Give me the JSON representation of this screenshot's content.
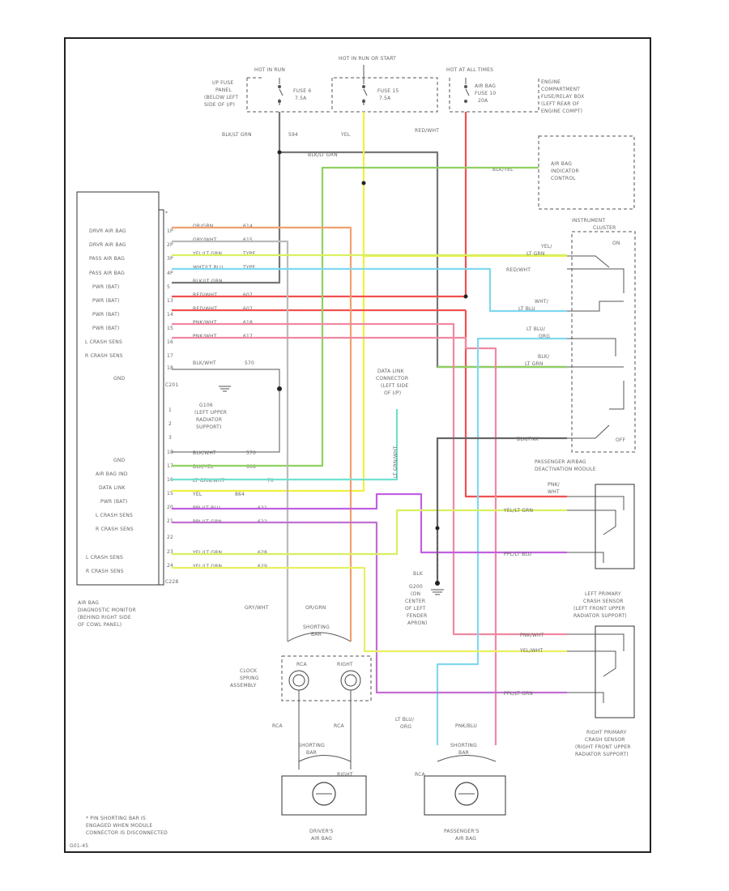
{
  "power": {
    "hot_run_start": "HOT IN RUN",
    "hot_run_or_start": "HOT IN RUN OR START",
    "hot_all_times": "HOT AT ALL TIMES",
    "ip_fuse_panel": [
      "I/P FUSE",
      "PANEL",
      "(BELOW LEFT",
      "SIDE OF I/P)"
    ],
    "fuse6": [
      "FUSE 6",
      "7.5A"
    ],
    "fuse15": [
      "FUSE 15",
      "7.5A"
    ],
    "airbag_fuse": [
      "AIR BAG",
      "FUSE 10",
      "20A"
    ],
    "engine_box": [
      "ENGINE",
      "COMPARTMENT",
      "FUSE/RELAY BOX",
      "(LEFT REAR OF",
      "ENGINE COMPT)"
    ]
  },
  "wire_tags": {
    "blk_grn": "BLK/LT GRN",
    "c594": "594",
    "yel": "YEL",
    "red_wht": "RED/WHT",
    "blk_grn2": "BLK/LT GRN",
    "blk_yel": "BLK/YEL"
  },
  "indicator_box": [
    "AIR BAG",
    "INDICATOR",
    "CONTROL"
  ],
  "cluster": {
    "title": [
      "INSTRUMENT",
      "CLUSTER"
    ],
    "on": "ON",
    "off": "OFF",
    "yel_ltgrn": [
      "YEL/",
      "LT GRN"
    ],
    "red_wht": "RED/WHT",
    "wht_ltblu": [
      "WHT/",
      "LT BLU"
    ],
    "lt_blu_org": [
      "LT BLU/",
      "ORG"
    ],
    "blk_ltgrn": [
      "BLK/",
      "LT GRN"
    ],
    "blk_pnk": "BLK/PNK"
  },
  "module": {
    "pin_labels": [
      "DRVR AIR BAG",
      "DRVR AIR BAG",
      "PASS AIR BAG",
      "PASS AIR BAG",
      "PWR (BAT)",
      "PWR (BAT)",
      "PWR (BAT)",
      "PWR (BAT)",
      "L CRASH SENS",
      "R CRASH SENS"
    ],
    "pins_top": [
      {
        "pin": "1P",
        "wire": "OR/GRN",
        "circuit": "614"
      },
      {
        "pin": "2P",
        "wire": "GRY/WHT",
        "circuit": "615"
      },
      {
        "pin": "3P",
        "wire": "YEL/LT GRN",
        "circuit": "TYPE"
      },
      {
        "pin": "4P",
        "wire": "WHT/LT BLU",
        "circuit": "TYPE"
      },
      {
        "pin": "5",
        "wire": "BLK/LT GRN",
        "circuit": ""
      },
      {
        "pin": "13",
        "wire": "RED/WHT",
        "circuit": "607"
      },
      {
        "pin": "14",
        "wire": "RED/WHT",
        "circuit": "607"
      },
      {
        "pin": "15",
        "wire": "PNK/WHT",
        "circuit": "618"
      },
      {
        "pin": "16",
        "wire": "PNK/WHT",
        "circuit": "617"
      }
    ],
    "c17": "17",
    "gnd": "GND",
    "pin18": {
      "pin": "18",
      "wire": "BLK/WHT",
      "circuit": "570"
    },
    "c201": "C201",
    "g106": [
      "G106",
      "(LEFT UPPER",
      "RADIATOR",
      "SUPPORT)"
    ],
    "pin_nums_small": [
      "1",
      "2",
      "3"
    ],
    "pins_bottom_labels": [
      "GND",
      "AIR BAG IND",
      "DATA LINK",
      "PWR (BAT)",
      "L CRASH SENS",
      "R CRASH SENS"
    ],
    "pins_bottom": [
      {
        "pin": "18",
        "wire": "BLK/WHT",
        "circuit": "570"
      },
      {
        "pin": "17",
        "wire": "BLK/YEL",
        "circuit": "608"
      },
      {
        "pin": "16",
        "wire": "LT GRN/WHT",
        "circuit": "70"
      },
      {
        "pin": "15",
        "wire": "YEL",
        "circuit": "864"
      },
      {
        "pin": "20",
        "wire": "PPL/LT BLU",
        "circuit": "621"
      },
      {
        "pin": "21",
        "wire": "PPL/LT GRN",
        "circuit": "622"
      }
    ],
    "c22": "22",
    "crash_labels": [
      "L CRASH SENS",
      "R CRASH SENS"
    ],
    "pins_crash": [
      {
        "pin": "23",
        "wire": "YEL/LT GRN",
        "circuit": "628"
      },
      {
        "pin": "24",
        "wire": "YEL/LT GRN",
        "circuit": "629"
      }
    ],
    "c228": "C228",
    "caption": [
      "AIR BAG",
      "DIAGNOSTIC MONITOR",
      "(BEHIND RIGHT SIDE",
      "OF COWL PANEL)"
    ]
  },
  "data_link": [
    "DATA LINK",
    "CONNECTOR",
    "(LEFT SIDE",
    "OF I/P)"
  ],
  "data_link_wire": "LT GRN/WHT",
  "g200": [
    "BLK",
    "G200",
    "(ON",
    "CENTER",
    "OF LEFT",
    "FENDER",
    "APRON)"
  ],
  "deactivation": {
    "title": [
      "PASSENGER AIRBAG",
      "DEACTIVATION MODULE"
    ],
    "pnk_wht": [
      "PNK/",
      "WHT"
    ],
    "yel_ltgrn": "YEL/LT GRN",
    "ppl_ltblu": "PPL/LT BLU"
  },
  "left_sensor": {
    "title": [
      "LEFT PRIMARY",
      "CRASH SENSOR",
      "(LEFT FRONT UPPER",
      "RADIATOR SUPPORT)"
    ],
    "pnk_wht": "PNK/WHT",
    "yel_wht": "YEL/WHT",
    "ppl_ltgrn": "PPL/LT GRN"
  },
  "right_sensor": [
    "RIGHT PRIMARY",
    "CRASH SENSOR",
    "(RIGHT FRONT UPPER",
    "RADIATOR SUPPORT)"
  ],
  "clock_spring": {
    "title": [
      "CLOCK",
      "SPRING",
      "ASSEMBLY"
    ],
    "gry_wht": "GRY/WHT",
    "or_grn": "OR/GRN",
    "shorting_bar": [
      "SHORTING",
      "BAR"
    ],
    "rca": "RCA",
    "right": "RIGHT"
  },
  "drivers_bag": {
    "shorting_bar": [
      "SHORTING",
      "BAR"
    ],
    "rca_l": "RCA",
    "rca_r": "RCA",
    "right": "RIGHT",
    "title": [
      "DRIVER'S",
      "AIR BAG"
    ]
  },
  "passengers_bag": {
    "lt_blu_org": [
      "LT BLU/",
      "ORG"
    ],
    "pnk_blu": "PNK/BLU",
    "shorting_bar": [
      "SHORTING",
      "BAR"
    ],
    "rca": "RCA",
    "title": [
      "PASSENGER'S",
      "AIR BAG"
    ]
  },
  "footnote": [
    "* PIN SHORTING BAR IS",
    "ENGAGED WHEN MODULE",
    "CONNECTOR IS DISCONNECTED"
  ],
  "fig_id": "G01-45"
}
